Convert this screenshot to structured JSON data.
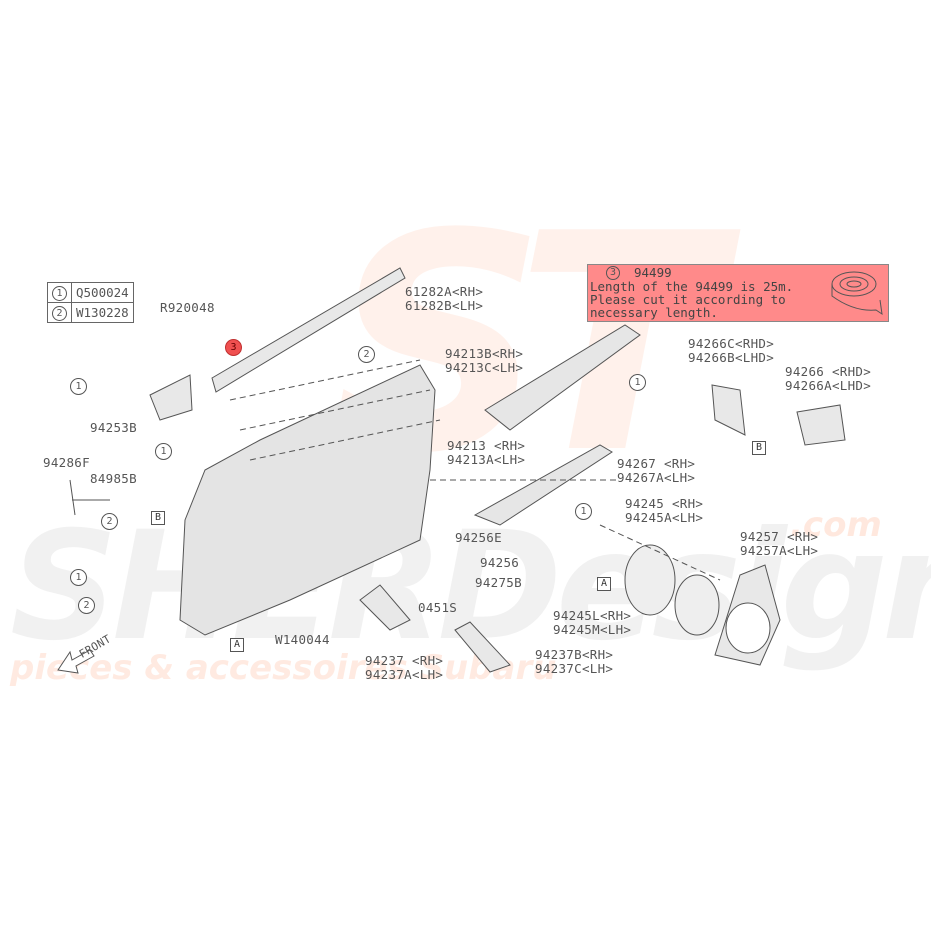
{
  "legend": [
    {
      "num": "1",
      "part": "Q500024"
    },
    {
      "num": "2",
      "part": "W130228"
    }
  ],
  "note": {
    "callout": "3",
    "part": "94499",
    "line1": "Length of the 94499 is 25m.",
    "line2": "Please cut it according to",
    "line3": "necessary length."
  },
  "watermark": {
    "logo": "ST",
    "brand": "SHERDesign",
    "domain": ".com",
    "tagline": "pieces & accessoires Subaru"
  },
  "labels": {
    "l61282a": "61282A<RH>",
    "l61282b": "61282B<LH>",
    "r920048": "R920048",
    "l94213b": "94213B<RH>",
    "l94213c": "94213C<LH>",
    "l94266c": "94266C<RHD>",
    "l94266b": "94266B<LHD>",
    "l94266": "94266 <RHD>",
    "l94266a": "94266A<LHD>",
    "l94253b": "94253B",
    "l94213": "94213 <RH>",
    "l94213a": "94213A<LH>",
    "l94286f": "94286F",
    "l84985b": "84985B",
    "l94267": "94267 <RH>",
    "l94267a": "94267A<LH>",
    "l94245": "94245 <RH>",
    "l94245a": "94245A<LH>",
    "l94256e": "94256E",
    "l94257": "94257 <RH>",
    "l94257a": "94257A<LH>",
    "l94256": "94256",
    "l94275b": "94275B",
    "l0451s": "0451S",
    "l94245l": "94245L<RH>",
    "l94245m": "94245M<LH>",
    "w140044": "W140044",
    "l94237": "94237 <RH>",
    "l94237a": "94237A<LH>",
    "l94237b": "94237B<RH>",
    "l94237c": "94237C<LH>",
    "front": "FRONT"
  },
  "callouts": {
    "one": "1",
    "two": "2",
    "three": "3",
    "a": "A",
    "b": "B"
  }
}
